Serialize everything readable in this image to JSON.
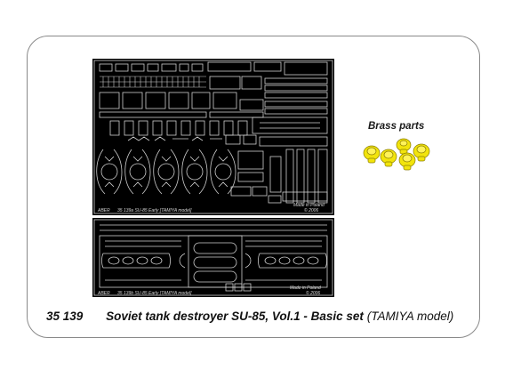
{
  "product": {
    "number": "35 139",
    "title": "Soviet tank destroyer SU-85, Vol.1 - Basic set",
    "subtitle": "(TAMIYA model)"
  },
  "brass": {
    "label": "Brass parts"
  },
  "fret1": {
    "brand": "ABER",
    "marking": "35 139a   SU-85  Early  [TAMIYA model]",
    "made_in": "Made in Poland",
    "copyright": "© 2006"
  },
  "fret2": {
    "brand": "ABER",
    "marking": "35 139b   SU-85  Early  [TAMIYA model]",
    "made_in": "Made in Poland",
    "copyright": "© 2006"
  },
  "colors": {
    "fret": "#000000",
    "etch_lines": "#cfcfcf",
    "brass": "#f2e40c",
    "frame_border": "#8a8a8a"
  }
}
